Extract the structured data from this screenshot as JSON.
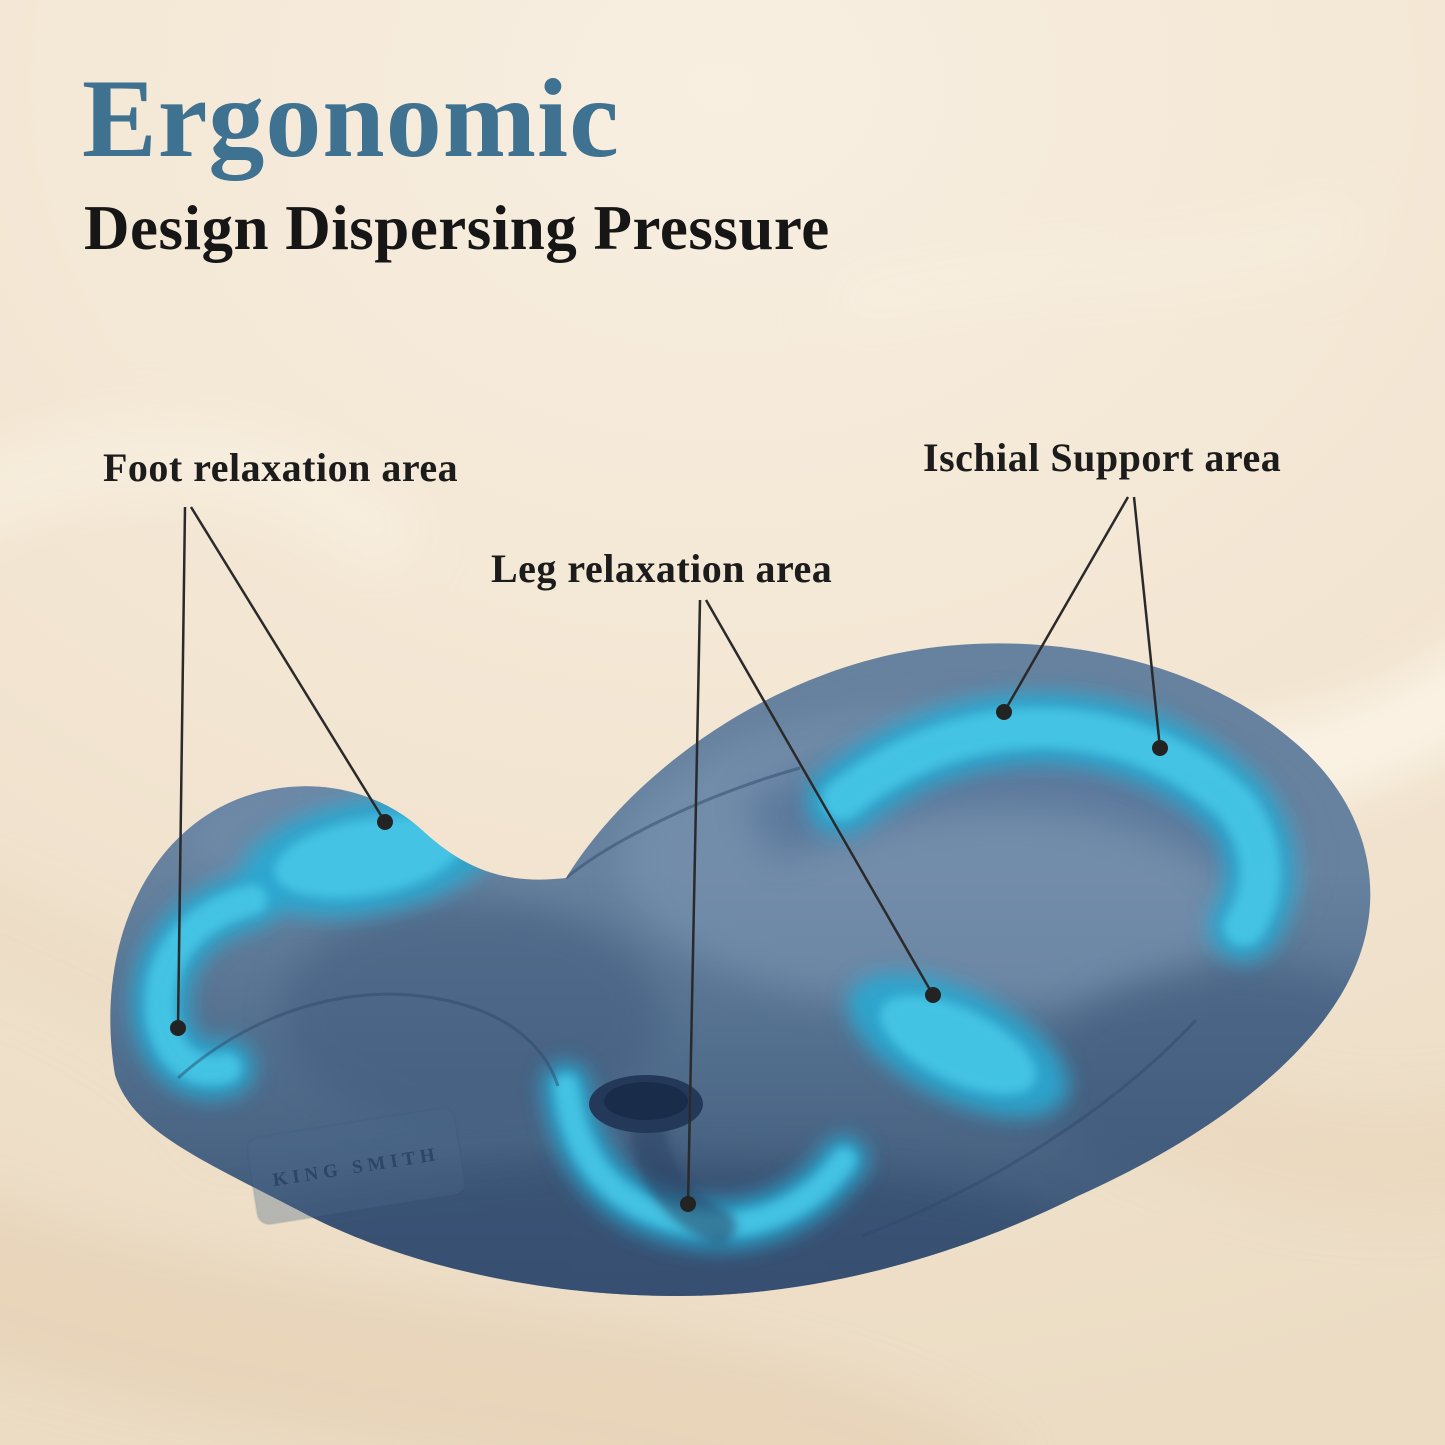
{
  "page": {
    "heading": "Ergonomic",
    "subheading": "Design Dispersing Pressure"
  },
  "callouts": {
    "foot": {
      "label": "Foot relaxation area"
    },
    "leg": {
      "label": "Leg relaxation area"
    },
    "ischial": {
      "label": "Ischial Support area"
    }
  },
  "product": {
    "brand": "KING SMITH"
  },
  "colors": {
    "heading": "#3f7191",
    "body_text": "#1c1c1c",
    "background": "#f3e6d3",
    "cushion_blue": "#536f8e",
    "highlight_cyan": "#2aa9d2",
    "callout_line": "#2a2a2a"
  }
}
